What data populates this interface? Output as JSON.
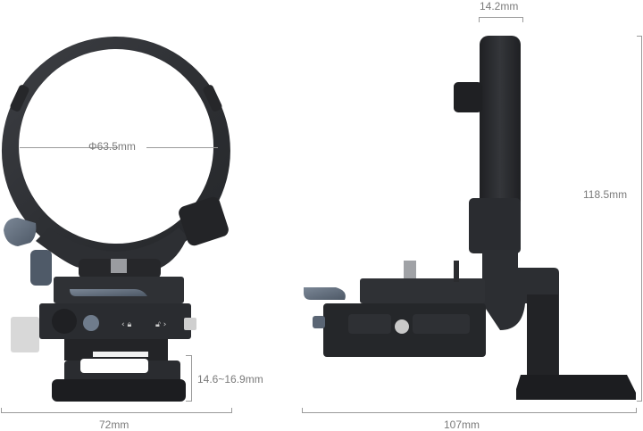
{
  "front_view": {
    "diameter_label": "Φ63.5mm",
    "width_label": "72mm",
    "height_range_label": "14.6~16.9mm",
    "lock_icon": "lock-icon",
    "unlock_icon": "unlock-icon"
  },
  "side_view": {
    "ring_thickness_label": "14.2mm",
    "height_label": "118.5mm",
    "length_label": "107mm"
  },
  "colors": {
    "background": "#ffffff",
    "body_dark": "#2b2c2f",
    "body_mid": "#3a3c40",
    "accent_blue_gray": "#5f6b7a",
    "dimension_line": "#9a9a9a",
    "dimension_text": "#7a7a7a"
  }
}
